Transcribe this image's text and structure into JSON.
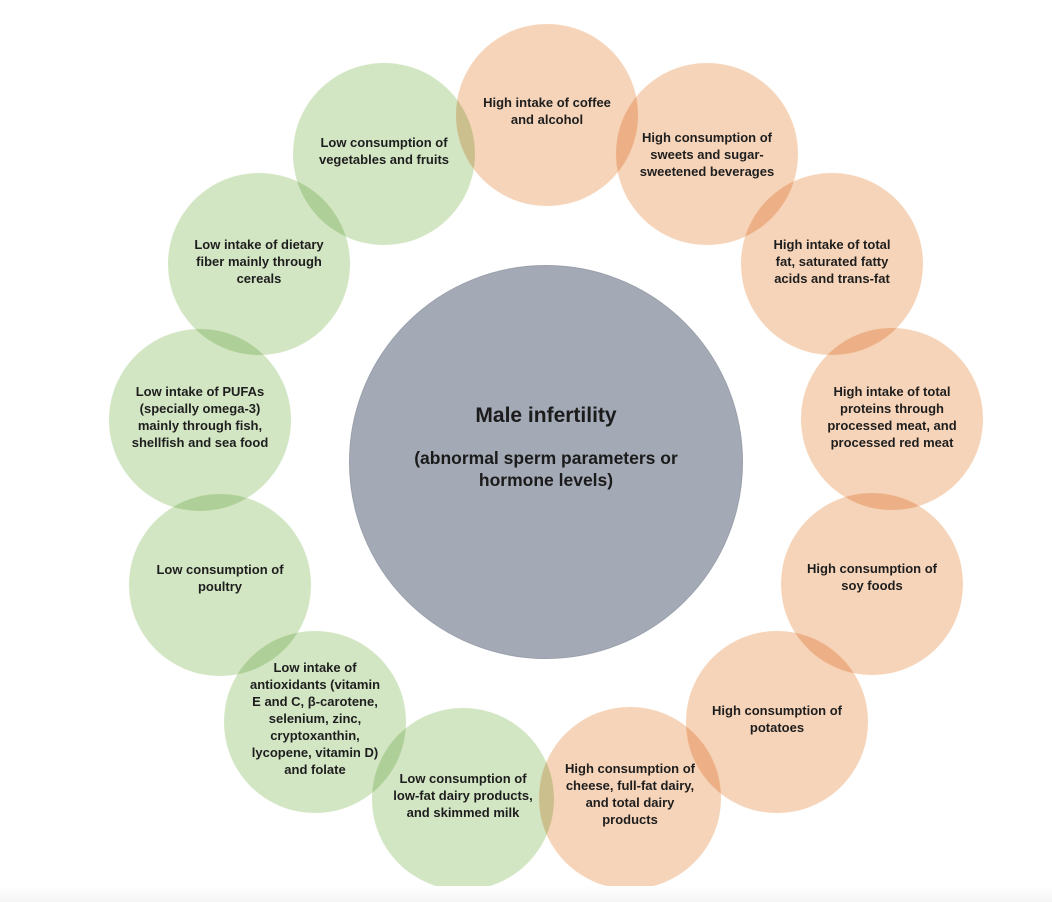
{
  "center": {
    "title": "Male infertility",
    "subtitle": "(abnormal sperm parameters or hormone levels)"
  },
  "colors": {
    "green": "#c9e0b7",
    "peach": "#f4cbaa",
    "center": "#a3a9b5"
  },
  "factors": [
    {
      "label": "High intake of coffee and alcohol",
      "category": "high"
    },
    {
      "label": "High consumption of sweets and sugar-sweetened beverages",
      "category": "high"
    },
    {
      "label": "High intake of total fat, saturated fatty acids and trans-fat",
      "category": "high"
    },
    {
      "label": "High intake of total proteins through processed meat, and processed red meat",
      "category": "high"
    },
    {
      "label": "High consumption of soy foods",
      "category": "high"
    },
    {
      "label": "High consumption of potatoes",
      "category": "high"
    },
    {
      "label": "High consumption of cheese, full-fat dairy, and total dairy products",
      "category": "high"
    },
    {
      "label": "Low consumption of low-fat dairy products, and skimmed milk",
      "category": "low"
    },
    {
      "label": "Low intake of antioxidants (vitamin E and C, β-carotene, selenium, zinc, cryptoxanthin, lycopene, vitamin D) and folate",
      "category": "low"
    },
    {
      "label": "Low consumption of poultry",
      "category": "low"
    },
    {
      "label": "Low intake of PUFAs (specially omega-3) mainly through fish, shellfish and sea food",
      "category": "low"
    },
    {
      "label": "Low intake of dietary fiber mainly through cereals",
      "category": "low"
    },
    {
      "label": "Low consumption of vegetables and fruits",
      "category": "low"
    }
  ]
}
